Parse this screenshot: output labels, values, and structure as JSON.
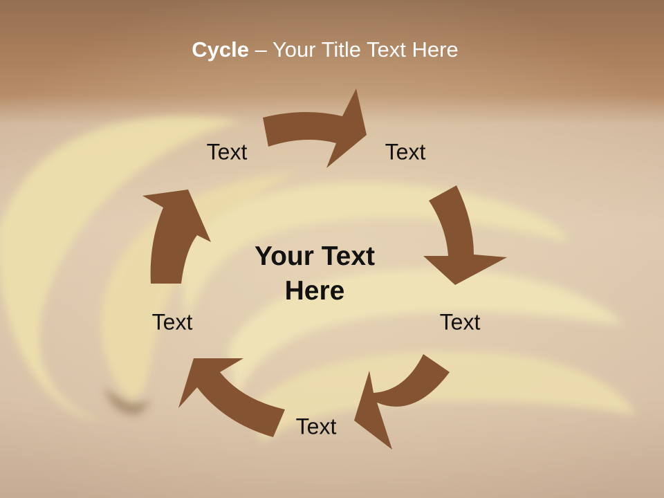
{
  "title": {
    "bold": "Cycle",
    "rest": " – Your Title Text Here"
  },
  "center_text": {
    "line1": "Your Text",
    "line2": "Here"
  },
  "steps": [
    "Text",
    "Text",
    "Text",
    "Text",
    "Text"
  ],
  "colors": {
    "header": "#7a4a2a",
    "arrow": "#845432",
    "banana": "#f0e4a0",
    "text": "#111111"
  }
}
